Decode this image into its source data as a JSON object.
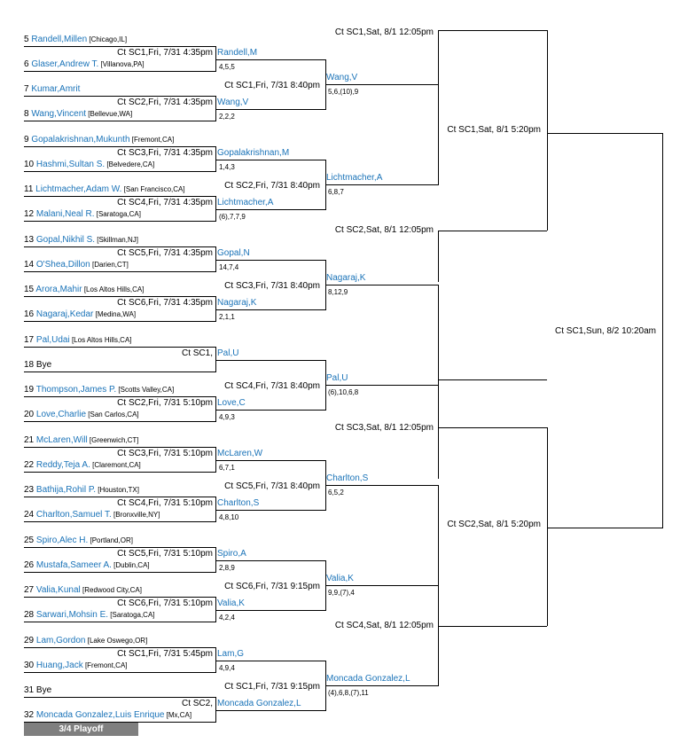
{
  "round1": [
    {
      "seed": "5",
      "name": "Randell,Millen",
      "loc": "[Chicago,IL]"
    },
    {
      "seed": "6",
      "name": "Glaser,Andrew T.",
      "loc": "[Villanova,PA]"
    },
    {
      "seed": "7",
      "name": "Kumar,Amrit",
      "loc": ""
    },
    {
      "seed": "8",
      "name": "Wang,Vincent",
      "loc": "[Bellevue,WA]"
    },
    {
      "seed": "9",
      "name": "Gopalakrishnan,Mukunth",
      "loc": "[Fremont,CA]"
    },
    {
      "seed": "10",
      "name": "Hashmi,Sultan S.",
      "loc": "[Belvedere,CA]"
    },
    {
      "seed": "11",
      "name": "Lichtmacher,Adam W.",
      "loc": "[San Francisco,CA]"
    },
    {
      "seed": "12",
      "name": "Malani,Neal R.",
      "loc": "[Saratoga,CA]"
    },
    {
      "seed": "13",
      "name": "Gopal,Nikhil S.",
      "loc": "[Skillman,NJ]"
    },
    {
      "seed": "14",
      "name": "O'Shea,Dillon",
      "loc": "[Darien,CT]"
    },
    {
      "seed": "15",
      "name": "Arora,Mahir",
      "loc": "[Los Altos Hills,CA]"
    },
    {
      "seed": "16",
      "name": "Nagaraj,Kedar",
      "loc": "[Medina,WA]"
    },
    {
      "seed": "17",
      "name": "Pal,Udai",
      "loc": "[Los Altos Hills,CA]"
    },
    {
      "seed": "18",
      "name": "Bye",
      "loc": ""
    },
    {
      "seed": "19",
      "name": "Thompson,James P.",
      "loc": "[Scotts Valley,CA]"
    },
    {
      "seed": "20",
      "name": "Love,Charlie",
      "loc": "[San Carlos,CA]"
    },
    {
      "seed": "21",
      "name": "McLaren,Will",
      "loc": "[Greenwich,CT]"
    },
    {
      "seed": "22",
      "name": "Reddy,Teja A.",
      "loc": "[Claremont,CA]"
    },
    {
      "seed": "23",
      "name": "Bathija,Rohil P.",
      "loc": "[Houston,TX]"
    },
    {
      "seed": "24",
      "name": "Charlton,Samuel T.",
      "loc": "[Bronxville,NY]"
    },
    {
      "seed": "25",
      "name": "Spiro,Alec H.",
      "loc": "[Portland,OR]"
    },
    {
      "seed": "26",
      "name": "Mustafa,Sameer A.",
      "loc": "[Dublin,CA]"
    },
    {
      "seed": "27",
      "name": "Valia,Kunal",
      "loc": "[Redwood City,CA]"
    },
    {
      "seed": "28",
      "name": "Sarwari,Mohsin E.",
      "loc": "[Saratoga,CA]"
    },
    {
      "seed": "29",
      "name": "Lam,Gordon",
      "loc": "[Lake Oswego,OR]"
    },
    {
      "seed": "30",
      "name": "Huang,Jack",
      "loc": "[Fremont,CA]"
    },
    {
      "seed": "31",
      "name": "Bye",
      "loc": ""
    },
    {
      "seed": "32",
      "name": "Moncada Gonzalez,Luis Enrique",
      "loc": "[Mx,CA]"
    }
  ],
  "round1_sched": [
    "Ct SC1,Fri, 7/31 4:35pm",
    "Ct SC2,Fri, 7/31 4:35pm",
    "Ct SC3,Fri, 7/31 4:35pm",
    "Ct SC4,Fri, 7/31 4:35pm",
    "Ct SC5,Fri, 7/31 4:35pm",
    "Ct SC6,Fri, 7/31 4:35pm",
    "Ct SC1,",
    "Ct SC2,Fri, 7/31 5:10pm",
    "Ct SC3,Fri, 7/31 5:10pm",
    "Ct SC4,Fri, 7/31 5:10pm",
    "Ct SC5,Fri, 7/31 5:10pm",
    "Ct SC6,Fri, 7/31 5:10pm",
    "Ct SC1,Fri, 7/31 5:45pm",
    "Ct SC2,"
  ],
  "round2": [
    {
      "name": "Randell,M",
      "score": "4,5,5"
    },
    {
      "name": "Wang,V",
      "score": "2,2,2"
    },
    {
      "name": "Gopalakrishnan,M",
      "score": "1,4,3"
    },
    {
      "name": "Lichtmacher,A",
      "score": "(6),7,7,9"
    },
    {
      "name": "Gopal,N",
      "score": "14,7,4"
    },
    {
      "name": "Nagaraj,K",
      "score": "2,1,1"
    },
    {
      "name": "Pal,U",
      "score": ""
    },
    {
      "name": "Love,C",
      "score": "4,9,3"
    },
    {
      "name": "McLaren,W",
      "score": "6,7,1"
    },
    {
      "name": "Charlton,S",
      "score": "4,8,10"
    },
    {
      "name": "Spiro,A",
      "score": "2,8,9"
    },
    {
      "name": "Valia,K",
      "score": "4,2,4"
    },
    {
      "name": "Lam,G",
      "score": "4,9,4"
    },
    {
      "name": "Moncada Gonzalez,L",
      "score": ""
    }
  ],
  "round2_sched": [
    "Ct SC1,Fri, 7/31 8:40pm",
    "Ct SC2,Fri, 7/31 8:40pm",
    "Ct SC3,Fri, 7/31 8:40pm",
    "Ct SC4,Fri, 7/31 8:40pm",
    "Ct SC5,Fri, 7/31 8:40pm",
    "Ct SC6,Fri, 7/31 9:15pm",
    "Ct SC1,Fri, 7/31 9:15pm"
  ],
  "round3": [
    {
      "name": "Wang,V",
      "score": "5,6,(10),9"
    },
    {
      "name": "Lichtmacher,A",
      "score": "6,8,7"
    },
    {
      "name": "Nagaraj,K",
      "score": "8,12,9"
    },
    {
      "name": "Pal,U",
      "score": "(6),10,6,8"
    },
    {
      "name": "Charlton,S",
      "score": "6,5,2"
    },
    {
      "name": "Valia,K",
      "score": "9,9,(7),4"
    },
    {
      "name": "Moncada Gonzalez,L",
      "score": "(4),6,8,(7),11"
    }
  ],
  "round3_sched": [
    "Ct SC1,Sat, 8/1 12:05pm",
    "Ct SC2,Sat, 8/1 12:05pm",
    "Ct SC3,Sat, 8/1 12:05pm",
    "Ct SC4,Sat, 8/1 12:05pm"
  ],
  "round4_sched": [
    "Ct SC1,Sat, 8/1 5:20pm",
    "Ct SC2,Sat, 8/1 5:20pm"
  ],
  "final_sched": "Ct SC1,Sun, 8/2 10:20am",
  "playoff_label": "3/4 Playoff"
}
